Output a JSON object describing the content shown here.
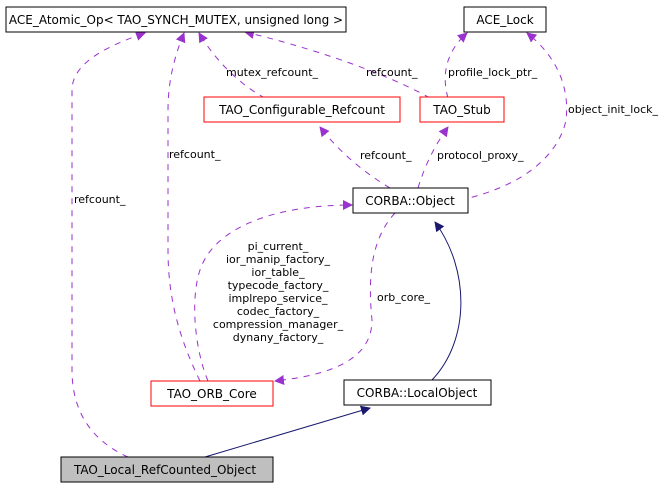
{
  "diagram": {
    "type": "collaboration-graph",
    "colors": {
      "dependency_edge": "#9a32cd",
      "inheritance_edge": "#191970",
      "documented_border": "#000000",
      "undocumented_border": "#ff0000",
      "focus_fill": "#bfbfbf"
    },
    "nodes": {
      "atomic_op": {
        "label": "ACE_Atomic_Op< TAO_SYNCH_MUTEX, unsigned long >"
      },
      "ace_lock": {
        "label": "ACE_Lock"
      },
      "configurable_refcount": {
        "label": "TAO_Configurable_Refcount"
      },
      "tao_stub": {
        "label": "TAO_Stub"
      },
      "corba_object": {
        "label": "CORBA::Object"
      },
      "orb_core": {
        "label": "TAO_ORB_Core"
      },
      "local_object": {
        "label": "CORBA::LocalObject"
      },
      "local_refcounted": {
        "label": "TAO_Local_RefCounted_Object"
      }
    },
    "edges": {
      "refcount_left": "refcount_",
      "refcount_orb": "refcount_",
      "mutex_refcount": "mutex_refcount_",
      "refcount_stub": "refcount_",
      "profile_lock_ptr": "profile_lock_ptr_",
      "object_init_lock": "object_init_lock_",
      "refcount_obj": "refcount_",
      "protocol_proxy": "protocol_proxy_",
      "orb_core": "orb_core_",
      "orb_members": [
        "pi_current_",
        "ior_manip_factory_",
        "ior_table_",
        "typecode_factory_",
        "implrepo_service_",
        "codec_factory_",
        "compression_manager_",
        "dynany_factory_"
      ]
    }
  }
}
